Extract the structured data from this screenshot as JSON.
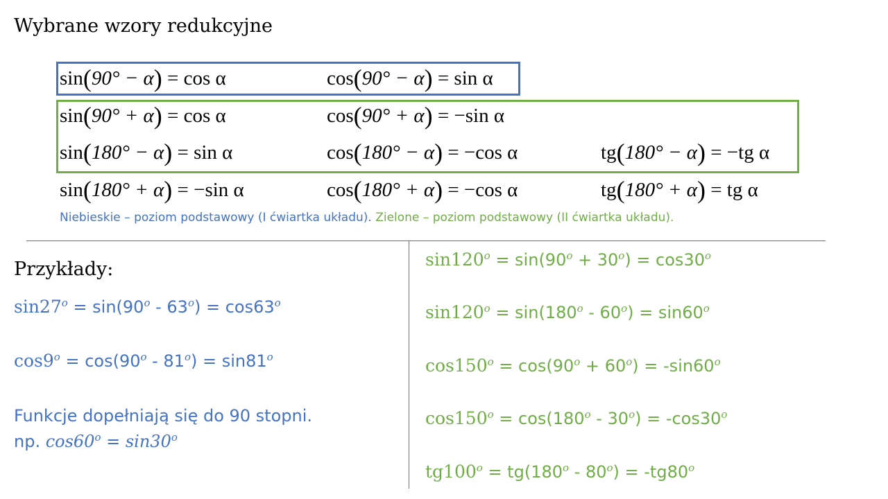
{
  "title": "Wybrane wzory redukcyjne",
  "formulas": {
    "r1": {
      "c1": {
        "f": "sin",
        "arg": "90° − α",
        "rhs": "= cos α"
      },
      "c2": {
        "f": "cos",
        "arg": "90° − α",
        "rhs": "= sin α"
      }
    },
    "r2": {
      "c1": {
        "f": "sin",
        "arg": "90° + α",
        "rhs": "= cos α"
      },
      "c2": {
        "f": "cos",
        "arg": "90° + α",
        "rhs": "= −sin α"
      }
    },
    "r3": {
      "c1": {
        "f": "sin",
        "arg": "180° − α",
        "rhs": "= sin α"
      },
      "c2": {
        "f": "cos",
        "arg": "180° − α",
        "rhs": "= −cos α"
      },
      "c3": {
        "f": "tg",
        "arg": "180° − α",
        "rhs": "= −tg α"
      }
    },
    "r4": {
      "c1": {
        "f": "sin",
        "arg": "180° + α",
        "rhs": "= −sin α"
      },
      "c2": {
        "f": "cos",
        "arg": "180° + α",
        "rhs": "= −cos α"
      },
      "c3": {
        "f": "tg",
        "arg": "180° + α",
        "rhs": "= tg α"
      }
    }
  },
  "note": {
    "blue": "Niebieskie – poziom podstawowy (I ćwiartka układu).",
    "green": "Zielone – poziom podstawowy (II ćwiartka układu)."
  },
  "examples_heading": "Przykłady:",
  "left_examples": {
    "e1": {
      "a": "sin27",
      "a_sup": "o",
      "b": " = sin(90",
      "b_sup": "o",
      "c": " - 63",
      "c_sup": "o",
      "d": ") = cos63",
      "d_sup": "o"
    },
    "e2": {
      "a": "cos9",
      "a_sup": "o",
      "b": " = cos(90",
      "b_sup": "o",
      "c": " - 81",
      "c_sup": "o",
      "d": ") = sin81",
      "d_sup": "o"
    },
    "text1": "Funkcje dopełniają się do 90 stopni.",
    "np_prefix": "np. ",
    "np_a": "cos60",
    "np_a_sup": "o",
    "np_eq": " = ",
    "np_b": "sin30",
    "np_b_sup": "o"
  },
  "right_examples": {
    "e1": {
      "a": "sin120",
      "a_sup": "o",
      "b": " = sin(90",
      "b_sup": "o",
      "c": " + 30",
      "c_sup": "o",
      "d": ") = cos30",
      "d_sup": "o"
    },
    "e2": {
      "a": "sin120",
      "a_sup": "o",
      "b": " = sin(180",
      "b_sup": "o",
      "c": " - 60",
      "c_sup": "o",
      "d": ") = sin60",
      "d_sup": "o"
    },
    "e3": {
      "a": "cos150",
      "a_sup": "o",
      "b": " = cos(90",
      "b_sup": "o",
      "c": " + 60",
      "c_sup": "o",
      "d": ") = -sin60",
      "d_sup": "o"
    },
    "e4": {
      "a": "cos150",
      "a_sup": "o",
      "b": " = cos(180",
      "b_sup": "o",
      "c": " - 30",
      "c_sup": "o",
      "d": ") = -cos30",
      "d_sup": "o"
    },
    "e5": {
      "a": "tg100",
      "a_sup": "o",
      "b": " = tg(180",
      "b_sup": "o",
      "c": " - 80",
      "c_sup": "o",
      "d": ") = -tg80",
      "d_sup": "o"
    }
  },
  "colors": {
    "blue": "#4472c4",
    "green": "#70ad47"
  }
}
